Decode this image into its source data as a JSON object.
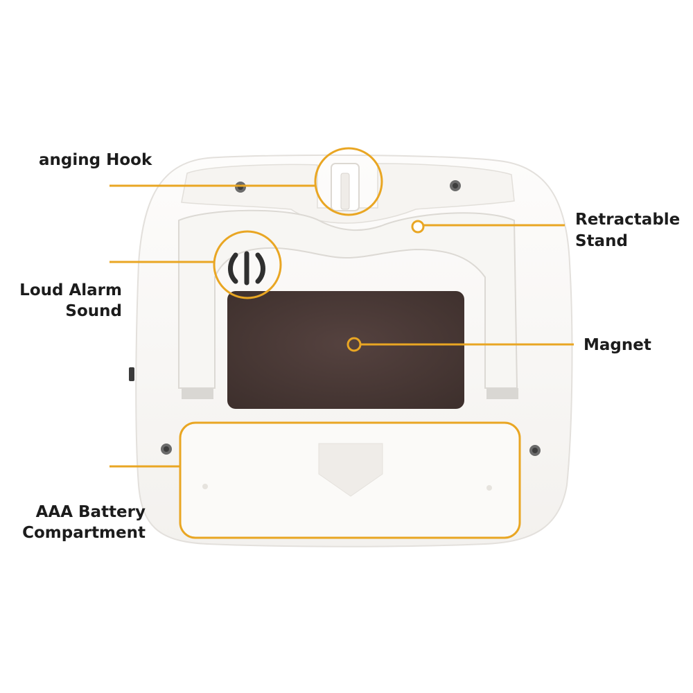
{
  "colors": {
    "accent": "#e9a623",
    "device_body": "#fbfaf8",
    "device_edge": "#e4e2de",
    "stand": "#f7f6f3",
    "magnet": "#4a3a37",
    "screw": "#6b6b6b",
    "text": "#1c1c1c"
  },
  "labels": {
    "hanging_hook": "anging Hook",
    "retractable_stand_line1": "Retractable",
    "retractable_stand_line2": "Stand",
    "loud_alarm_line1": "Loud Alarm",
    "loud_alarm_line2": "Sound",
    "magnet": "Magnet",
    "battery_line1": "AAA Battery",
    "battery_line2": "Compartment"
  }
}
